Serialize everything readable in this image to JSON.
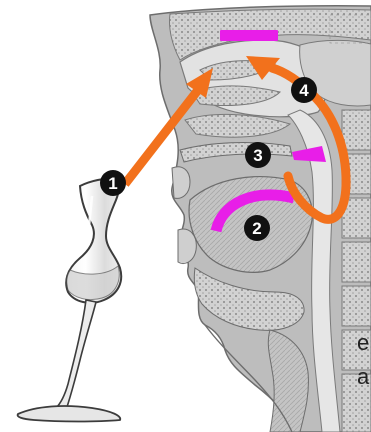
{
  "colors": {
    "arrow": "#f2711c",
    "zone": "#e81ee8",
    "badge_fill": "#111111",
    "badge_text": "#ffffff",
    "anatomy": "#9a9a9a",
    "anatomy_dark": "#6d6d6d",
    "tissue": "#c8c8c8"
  },
  "steps": [
    {
      "id": "1",
      "label": "1"
    },
    {
      "id": "2",
      "label": "2"
    },
    {
      "id": "3",
      "label": "3"
    },
    {
      "id": "4",
      "label": "4"
    }
  ],
  "edge_text": {
    "line1": "e",
    "line2": "a"
  },
  "icons": {
    "glass": "tulip-wine-glass-icon",
    "head": "head-cross-section-illustration"
  }
}
